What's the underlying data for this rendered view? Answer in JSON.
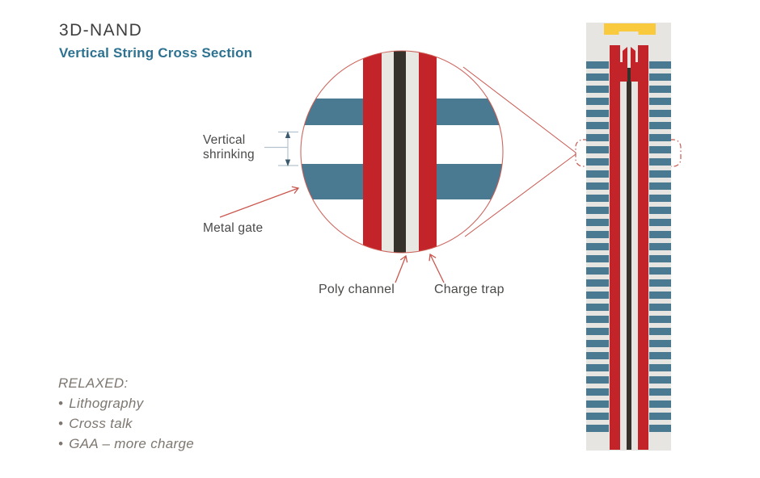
{
  "header": {
    "title": "3D-NAND",
    "subtitle": "Vertical String Cross Section"
  },
  "magnifier": {
    "labels": {
      "vertical_shrinking_line1": "Vertical",
      "vertical_shrinking_line2": "shrinking",
      "metal_gate": "Metal gate",
      "poly_channel": "Poly channel",
      "charge_trap": "Charge trap"
    },
    "gate_bars_visible": 2
  },
  "nand_string": {
    "word_line_pairs": 31
  },
  "notes": {
    "heading": "RELAXED:",
    "bullet": "•",
    "items": [
      "Lithography",
      "Cross talk",
      "GAA – more charge"
    ]
  },
  "colors": {
    "title_text": "#3f3e3e",
    "accent_teal": "#2d7290",
    "label_text": "#4a4a48",
    "notes_text": "#7d7770",
    "metal_gate_blue": "#4a7a92",
    "charge_trap_red": "#c3242a",
    "poly_channel_gray": "#e9e7e2",
    "core_dark": "#36322b",
    "column_bg": "#e7e5e1",
    "contact_yellow": "#f9ca3e",
    "annotation_red": "#c9574e",
    "dimension_line": "#b3c3cd",
    "dimension_arrow": "#3c5a6d"
  }
}
